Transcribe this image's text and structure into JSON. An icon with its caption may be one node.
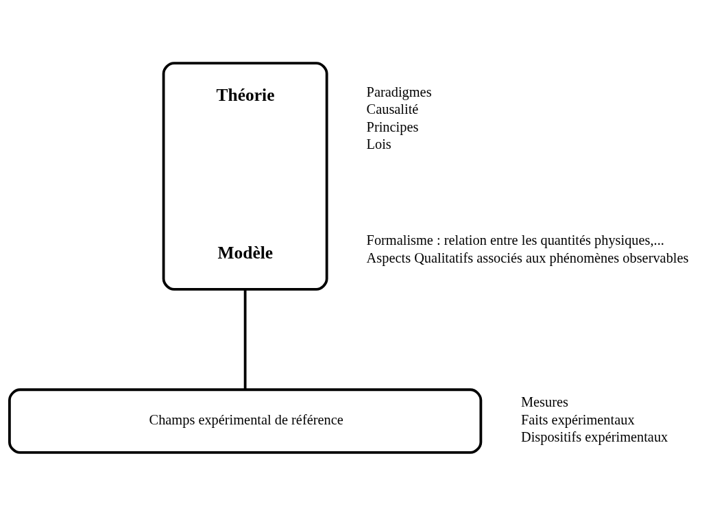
{
  "diagram": {
    "nodes": [
      {
        "text": [
          "Théorie",
          "Modèle"
        ]
      },
      {
        "text": [
          "Champs expérimental de référence"
        ]
      }
    ],
    "edges": [
      {
        "from": 0,
        "to": 1,
        "arrow": "none"
      }
    ],
    "labels": [
      "Paradigmes",
      "Causalité",
      "Principes",
      "Lois",
      "Formalisme : relation entre les quantités physiques,...",
      "Aspects Qualitatifs associés aux phénomènes observables",
      "Mesures",
      "Faits expérimentaux",
      "Dispositifs expérimentaux"
    ]
  }
}
